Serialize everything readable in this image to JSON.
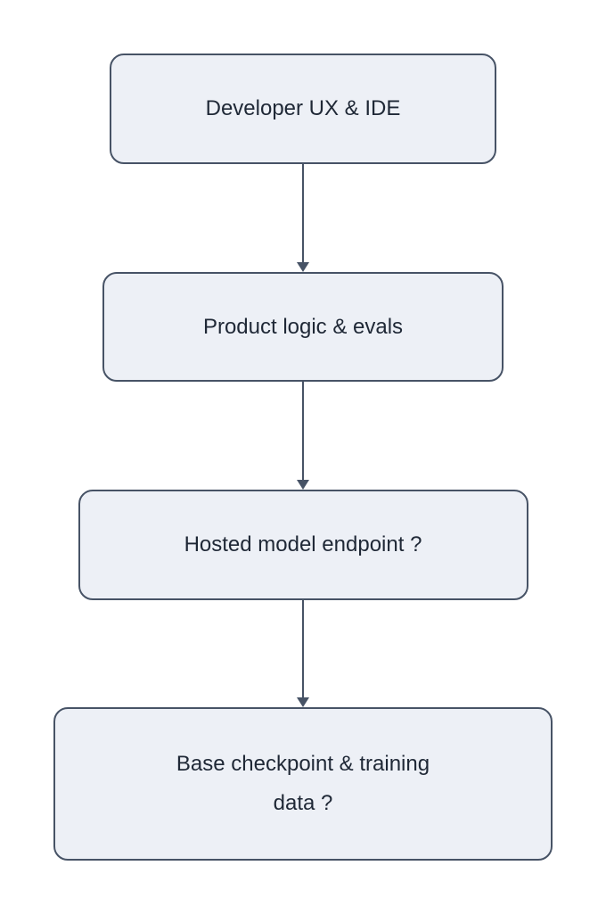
{
  "diagram": {
    "type": "flowchart",
    "direction": "top-down",
    "colors": {
      "background": "#ffffff",
      "node_fill": "#edf0f6",
      "node_border": "#475366",
      "text": "#1f2836",
      "arrow": "#475366"
    },
    "nodes": [
      {
        "id": "developer-ux-ide",
        "label": "Developer UX & IDE",
        "lines": [
          "Developer UX & IDE"
        ]
      },
      {
        "id": "product-logic-evals",
        "label": "Product logic & evals",
        "lines": [
          "Product logic & evals"
        ]
      },
      {
        "id": "hosted-model-endpoint",
        "label": "Hosted model endpoint ?",
        "lines": [
          "Hosted model endpoint ?"
        ]
      },
      {
        "id": "base-checkpoint-training-data",
        "label": "Base checkpoint & training data ?",
        "lines": [
          "Base checkpoint & training",
          "data ?"
        ]
      }
    ],
    "edges": [
      {
        "from": "developer-ux-ide",
        "to": "product-logic-evals"
      },
      {
        "from": "product-logic-evals",
        "to": "hosted-model-endpoint"
      },
      {
        "from": "hosted-model-endpoint",
        "to": "base-checkpoint-training-data"
      }
    ]
  }
}
